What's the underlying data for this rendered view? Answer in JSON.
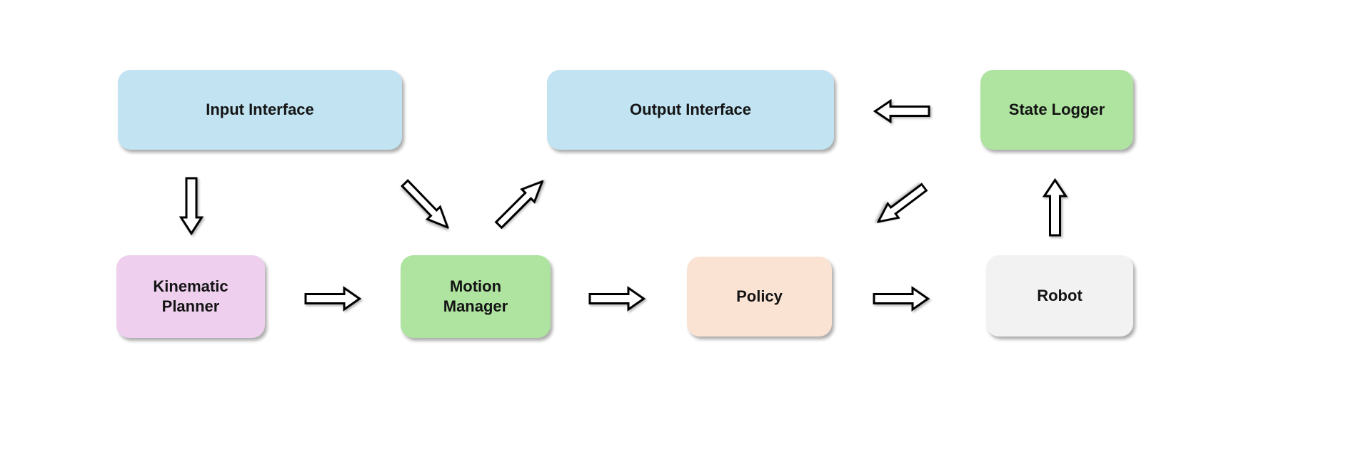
{
  "page": {
    "background": "#ffffff"
  },
  "diagram": {
    "nodes": [
      {
        "id": "input-interface",
        "label": "Input Interface",
        "fill": "#c1e3f2"
      },
      {
        "id": "output-interface",
        "label": "Output Interface",
        "fill": "#c1e3f2"
      },
      {
        "id": "state-logger",
        "label": "State Logger",
        "fill": "#aee3a0"
      },
      {
        "id": "kinematic-planner",
        "label": "Kinematic Planner",
        "fill": "#eed0ee"
      },
      {
        "id": "motion-manager",
        "label": "Motion Manager",
        "fill": "#aee3a0"
      },
      {
        "id": "policy",
        "label": "Policy",
        "fill": "#fae3d3"
      },
      {
        "id": "robot",
        "label": "Robot",
        "fill": "#f2f2f2"
      }
    ],
    "edges": [
      {
        "from": "Input Interface",
        "to": "Kinematic Planner",
        "direction": "down"
      },
      {
        "from": "Kinematic Planner",
        "to": "Motion Manager",
        "direction": "right"
      },
      {
        "from": "Input Interface",
        "to": "Motion Manager",
        "direction": "down-right"
      },
      {
        "from": "Motion Manager",
        "to": "Output Interface",
        "direction": "up-right"
      },
      {
        "from": "Motion Manager",
        "to": "Policy",
        "direction": "right"
      },
      {
        "from": "Policy",
        "to": "Robot",
        "direction": "right"
      },
      {
        "from": "Output Interface",
        "to": "Policy",
        "direction": "down-left"
      },
      {
        "from": "Robot",
        "to": "State Logger",
        "direction": "up"
      },
      {
        "from": "State Logger",
        "to": "Output Interface",
        "direction": "left"
      }
    ],
    "arrow_style": {
      "fill": "#ffffff",
      "stroke": "#000000"
    },
    "text_color": "#141414"
  }
}
